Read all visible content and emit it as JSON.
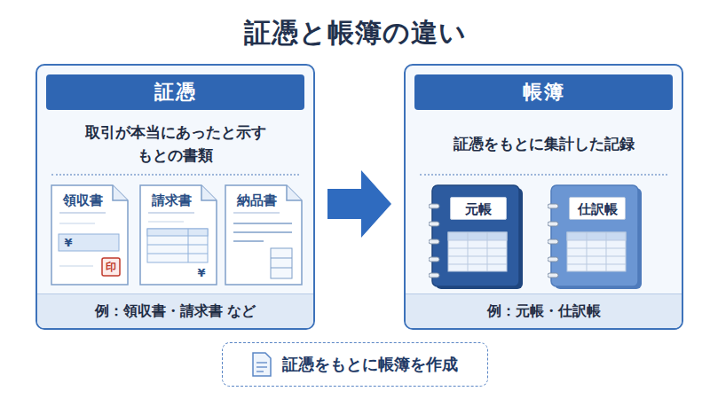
{
  "diagram": {
    "title": "証憑と帳簿の違い",
    "nodes": [
      {
        "text": [
          "証憑",
          "取引が本当にあったと示す もとの書類",
          "例：領収書・請求書 など"
        ]
      },
      {
        "text": [
          "領収書"
        ],
        "in": 0
      },
      {
        "text": [
          "請求書"
        ],
        "in": 0
      },
      {
        "text": [
          "納品書"
        ],
        "in": 0
      },
      {
        "text": [
          "帳簿",
          "証憑をもとに集計した記録",
          "例：元帳・仕訳帳"
        ]
      },
      {
        "text": [
          "元帳"
        ],
        "in": 4
      },
      {
        "text": [
          "仕訳帳"
        ],
        "in": 4
      },
      {
        "text": [
          "証憑をもとに帳簿を作成"
        ]
      }
    ],
    "edges": [
      {
        "from": 0,
        "to": 4,
        "arrow": "to"
      }
    ],
    "labels": [
      "¥",
      "印",
      "¥"
    ]
  }
}
